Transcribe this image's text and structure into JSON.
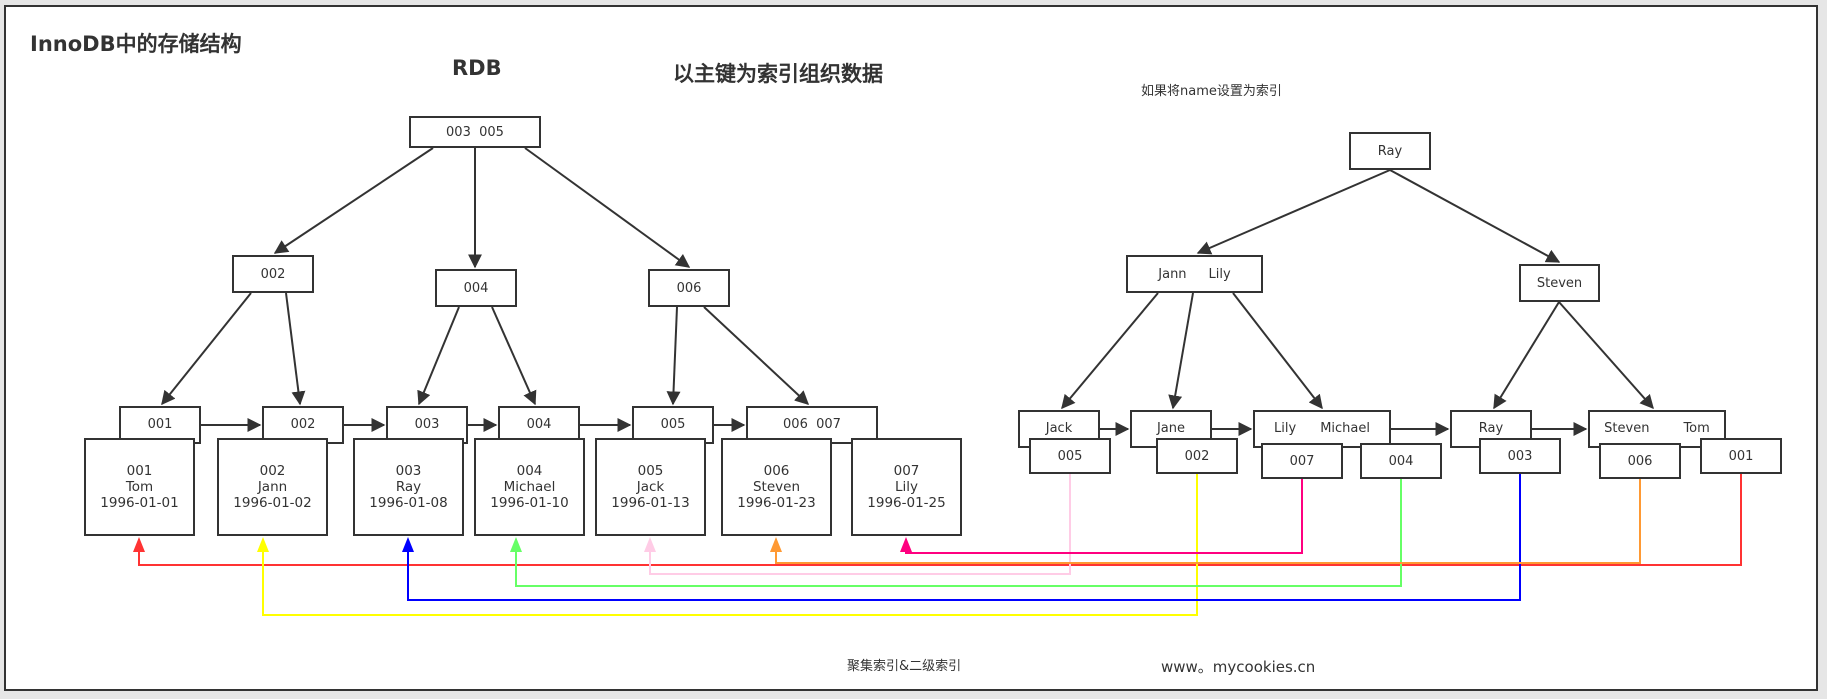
{
  "title": "InnoDB中的存储结构",
  "rdb_heading": "RDB",
  "primary_heading": "以主键为索引组织数据",
  "secondary_note": "如果将name设置为索引",
  "footer_caption": "聚集索引&二级索引",
  "footer_site": "www。mycookies.cn",
  "clustered_index": {
    "root": {
      "keys": [
        "003",
        "005"
      ]
    },
    "internal": [
      {
        "id": "n002",
        "keys": [
          "002"
        ]
      },
      {
        "id": "n004",
        "keys": [
          "004"
        ]
      },
      {
        "id": "n006",
        "keys": [
          "006"
        ]
      }
    ],
    "leaves": [
      {
        "id": "l001",
        "keys": [
          "001"
        ]
      },
      {
        "id": "l002",
        "keys": [
          "002"
        ]
      },
      {
        "id": "l003",
        "keys": [
          "003"
        ]
      },
      {
        "id": "l004",
        "keys": [
          "004"
        ]
      },
      {
        "id": "l005",
        "keys": [
          "005"
        ]
      },
      {
        "id": "l006",
        "keys": [
          "006",
          "007"
        ]
      }
    ],
    "rows": [
      {
        "id": "001",
        "name": "Tom",
        "date": "1996-01-01",
        "color": "#ff3333"
      },
      {
        "id": "002",
        "name": "Jann",
        "date": "1996-01-02",
        "color": "#ffff00"
      },
      {
        "id": "003",
        "name": "Ray",
        "date": "1996-01-08",
        "color": "#0000ff"
      },
      {
        "id": "004",
        "name": "Michael",
        "date": "1996-01-10",
        "color": "#66ff66"
      },
      {
        "id": "005",
        "name": "Jack",
        "date": "1996-01-13",
        "color": "#ffcce6"
      },
      {
        "id": "006",
        "name": "Steven",
        "date": "1996-01-23",
        "color": "#ff9933"
      },
      {
        "id": "007",
        "name": "Lily",
        "date": "1996-01-25",
        "color": "#ff0080"
      }
    ]
  },
  "secondary_index": {
    "root": {
      "keys": [
        "Ray"
      ]
    },
    "internal": [
      {
        "id": "sJL",
        "keys": [
          "Jann",
          "Lily"
        ]
      },
      {
        "id": "sSt",
        "keys": [
          "Steven"
        ]
      }
    ],
    "leaves": [
      {
        "id": "sJack",
        "keys": [
          "Jack"
        ],
        "pointers": [
          "005"
        ]
      },
      {
        "id": "sJane",
        "keys": [
          "Jane"
        ],
        "pointers": [
          "002"
        ]
      },
      {
        "id": "sLM",
        "keys": [
          "Lily",
          "Michael"
        ],
        "pointers": [
          "007",
          "004"
        ]
      },
      {
        "id": "sRay",
        "keys": [
          "Ray"
        ],
        "pointers": [
          "003"
        ]
      },
      {
        "id": "sST",
        "keys": [
          "Steven",
          "Tom"
        ],
        "pointers": [
          "006",
          "001"
        ]
      }
    ]
  }
}
